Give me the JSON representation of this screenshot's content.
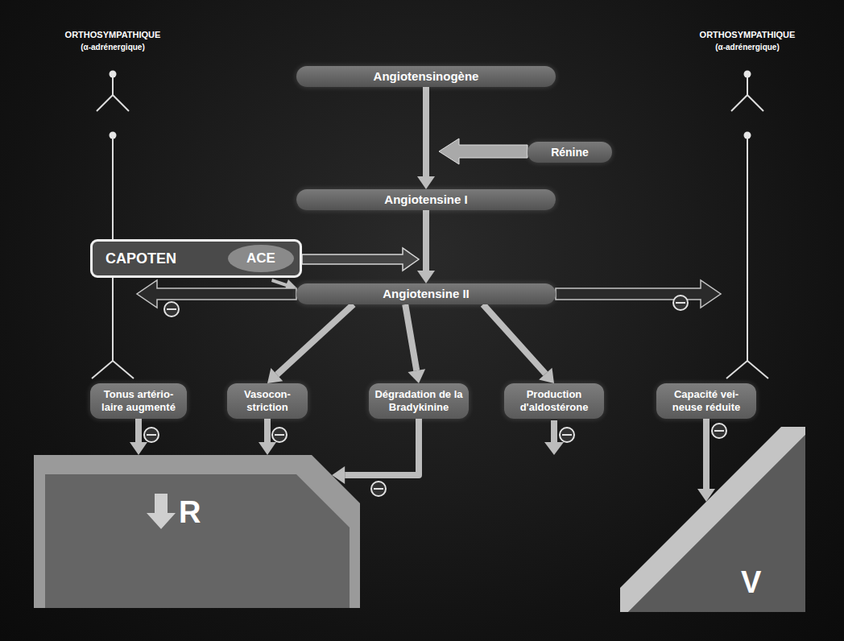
{
  "diagram": {
    "nodes": [
      {
        "text": [
          "Angiotensinogène"
        ]
      },
      {
        "text": [
          "Rénine"
        ]
      },
      {
        "text": [
          "Angiotensine I"
        ]
      },
      {
        "text": [
          "CAPOTEN"
        ]
      },
      {
        "text": [
          "ACE"
        ],
        "in": 3
      },
      {
        "text": [
          "Angiotensine II"
        ]
      },
      {
        "text": [
          "Tonus artério- laire augmenté"
        ]
      },
      {
        "text": [
          "Vasocon- striction"
        ]
      },
      {
        "text": [
          "Dégradation de la Bradykinine"
        ]
      },
      {
        "text": [
          "Production d'aldostérone"
        ]
      },
      {
        "text": [
          "Capacité vei- neuse réduite"
        ]
      },
      {
        "text": [
          "R"
        ]
      },
      {
        "text": [
          "V"
        ]
      }
    ],
    "edges": [
      {
        "from": 0,
        "to": 2,
        "arrow": "to"
      },
      {
        "from": 2,
        "to": 5,
        "arrow": "to"
      },
      {
        "from": 5,
        "to": 7,
        "arrow": "to"
      },
      {
        "from": 5,
        "to": 8,
        "arrow": "to"
      },
      {
        "from": 5,
        "to": 9,
        "arrow": "to"
      },
      {
        "from": 6,
        "to": 11,
        "arrow": "to"
      },
      {
        "from": 7,
        "to": 11,
        "arrow": "to"
      },
      {
        "from": 8,
        "to": 11,
        "arrow": "to"
      },
      {
        "from": 10,
        "to": 12,
        "arrow": "to"
      }
    ],
    "labels": [
      "ORTHOSYMPATHIQUE",
      "(α-adrénergique)",
      "ORTHOSYMPATHIQUE",
      "(α-adrénergique)"
    ]
  }
}
